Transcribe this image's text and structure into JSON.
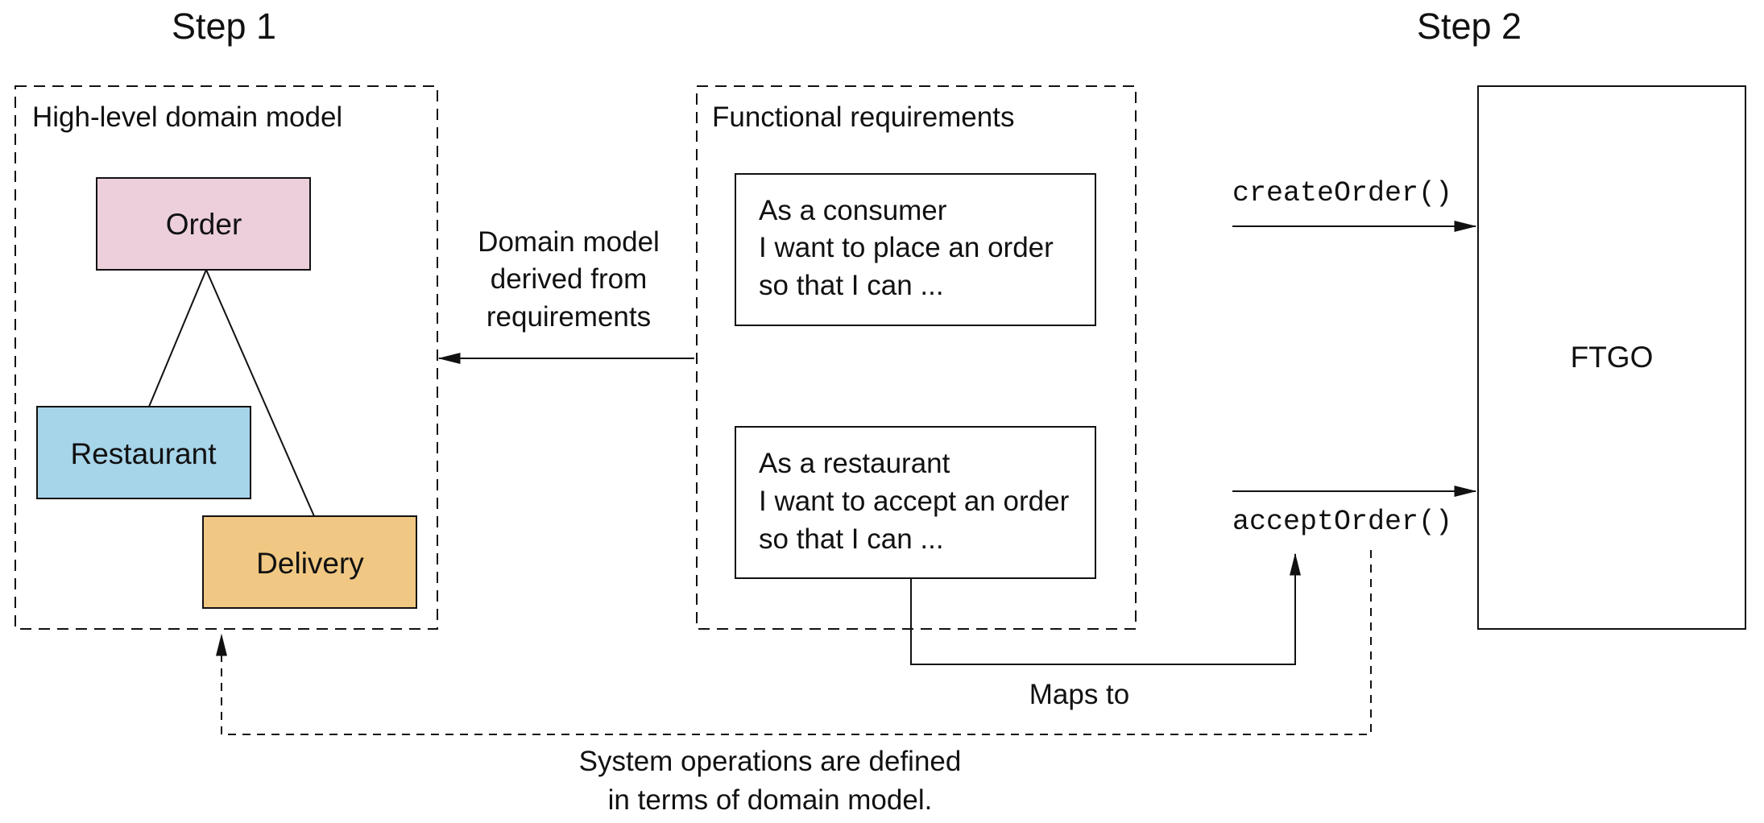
{
  "steps": {
    "step1": "Step 1",
    "step2": "Step 2"
  },
  "domain_model": {
    "title": "High-level domain model",
    "order": "Order",
    "restaurant": "Restaurant",
    "delivery": "Delivery"
  },
  "requirements": {
    "title": "Functional requirements",
    "story1": [
      "As a consumer",
      "I want to place an order",
      "so that I can ..."
    ],
    "story2": [
      "As a restaurant",
      "I want to accept an order",
      "so that I can ..."
    ]
  },
  "derived_label": [
    "Domain model",
    "derived from",
    "requirements"
  ],
  "operations": {
    "create": "createOrder()",
    "accept": "acceptOrder()"
  },
  "system": "FTGO",
  "maps_to": "Maps to",
  "system_ops_note": [
    "System operations are defined",
    "in terms of domain model."
  ],
  "colors": {
    "order": "#eccfdb",
    "restaurant": "#a6d4e9",
    "delivery": "#f0c883",
    "stroke": "#111111"
  }
}
